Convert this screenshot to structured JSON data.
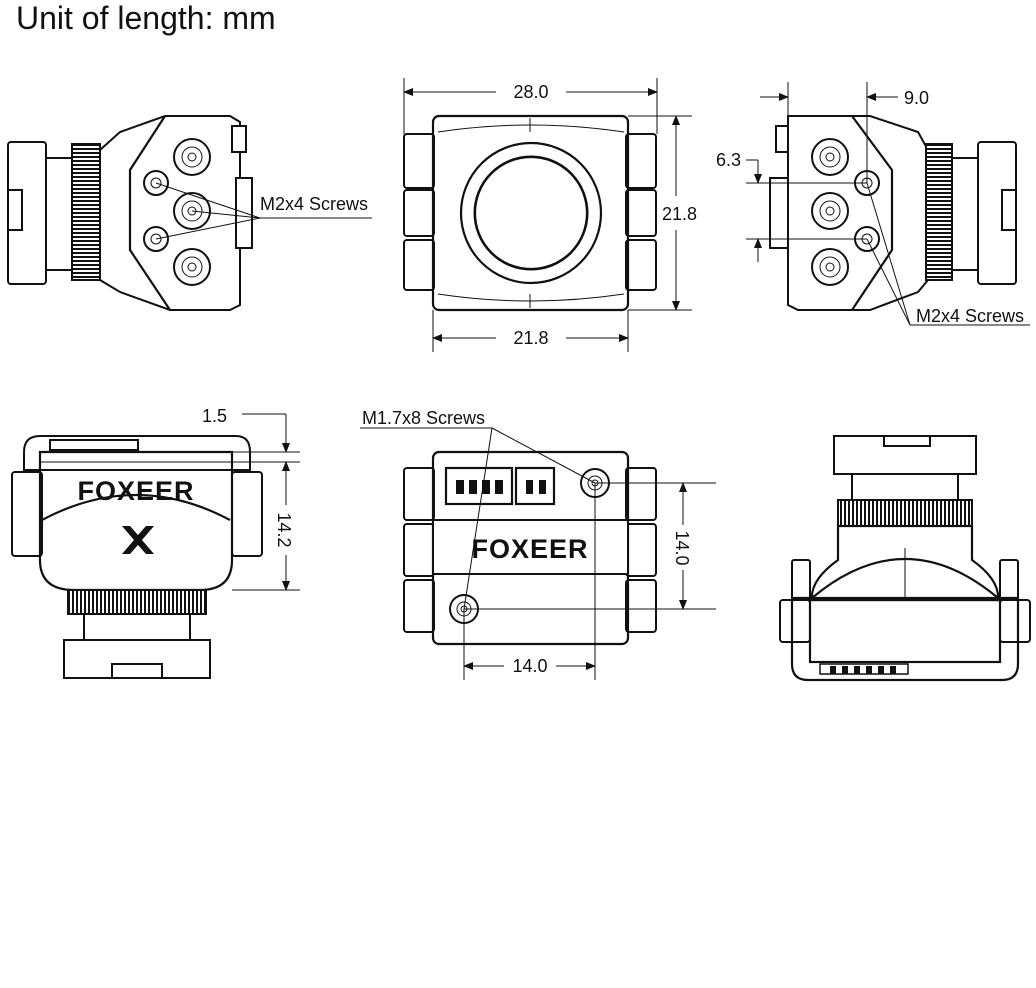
{
  "title": "Unit of length: mm",
  "brand": "FOXEER",
  "dimensions": {
    "front_width": "28.0",
    "front_height": "21.8",
    "front_bottom_width": "21.8",
    "side_offset_top": "9.0",
    "side_hole_spacing": "6.3",
    "top_thickness": "1.5",
    "top_hole_spacing": "14.2",
    "rear_hole_vertical": "14.0",
    "rear_hole_horizontal": "14.0"
  },
  "labels": {
    "left_screws": "M2x4 Screws",
    "right_screws": "M2x4 Screws",
    "rear_screws": "M1.7x8 Screws"
  }
}
